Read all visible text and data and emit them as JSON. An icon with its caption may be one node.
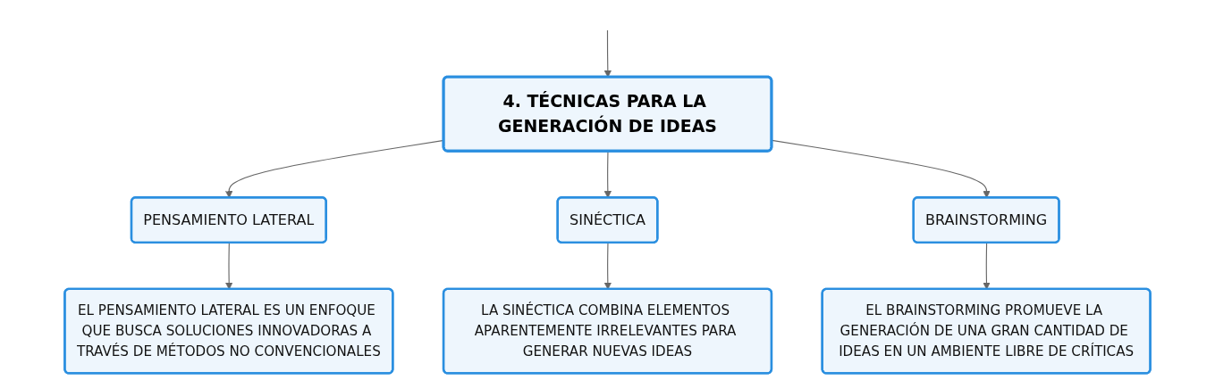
{
  "diagram": {
    "nodes": [
      {
        "text": [
          "4. TÉCNICAS PARA LA GENERACIÓN DE IDEAS"
        ]
      },
      {
        "text": [
          "PENSAMIENTO LATERAL"
        ]
      },
      {
        "text": [
          "SINÉCTICA"
        ]
      },
      {
        "text": [
          "BRAINSTORMING"
        ]
      },
      {
        "text": [
          "EL PENSAMIENTO LATERAL ES UN ENFOQUE QUE BUSCA SOLUCIONES INNOVADORAS A TRAVÉS DE MÉTODOS NO CONVENCIONALES"
        ]
      },
      {
        "text": [
          "LA SINÉCTICA COMBINA ELEMENTOS APARENTEMENTE IRRELEVANTES PARA GENERAR NUEVAS IDEAS"
        ]
      },
      {
        "text": [
          "EL BRAINSTORMING PROMUEVE LA GENERACIÓN DE UNA GRAN CANTIDAD DE IDEAS EN UN AMBIENTE LIBRE DE CRÍTICAS"
        ]
      }
    ],
    "edges": [
      {
        "from": null,
        "to": 0,
        "arrow": "to"
      },
      {
        "from": 0,
        "to": 1,
        "arrow": "to"
      },
      {
        "from": 0,
        "to": 2,
        "arrow": "to"
      },
      {
        "from": 0,
        "to": 3,
        "arrow": "to"
      },
      {
        "from": 1,
        "to": 4,
        "arrow": "to"
      },
      {
        "from": 2,
        "to": 5,
        "arrow": "to"
      },
      {
        "from": 3,
        "to": 6,
        "arrow": "to"
      }
    ]
  }
}
